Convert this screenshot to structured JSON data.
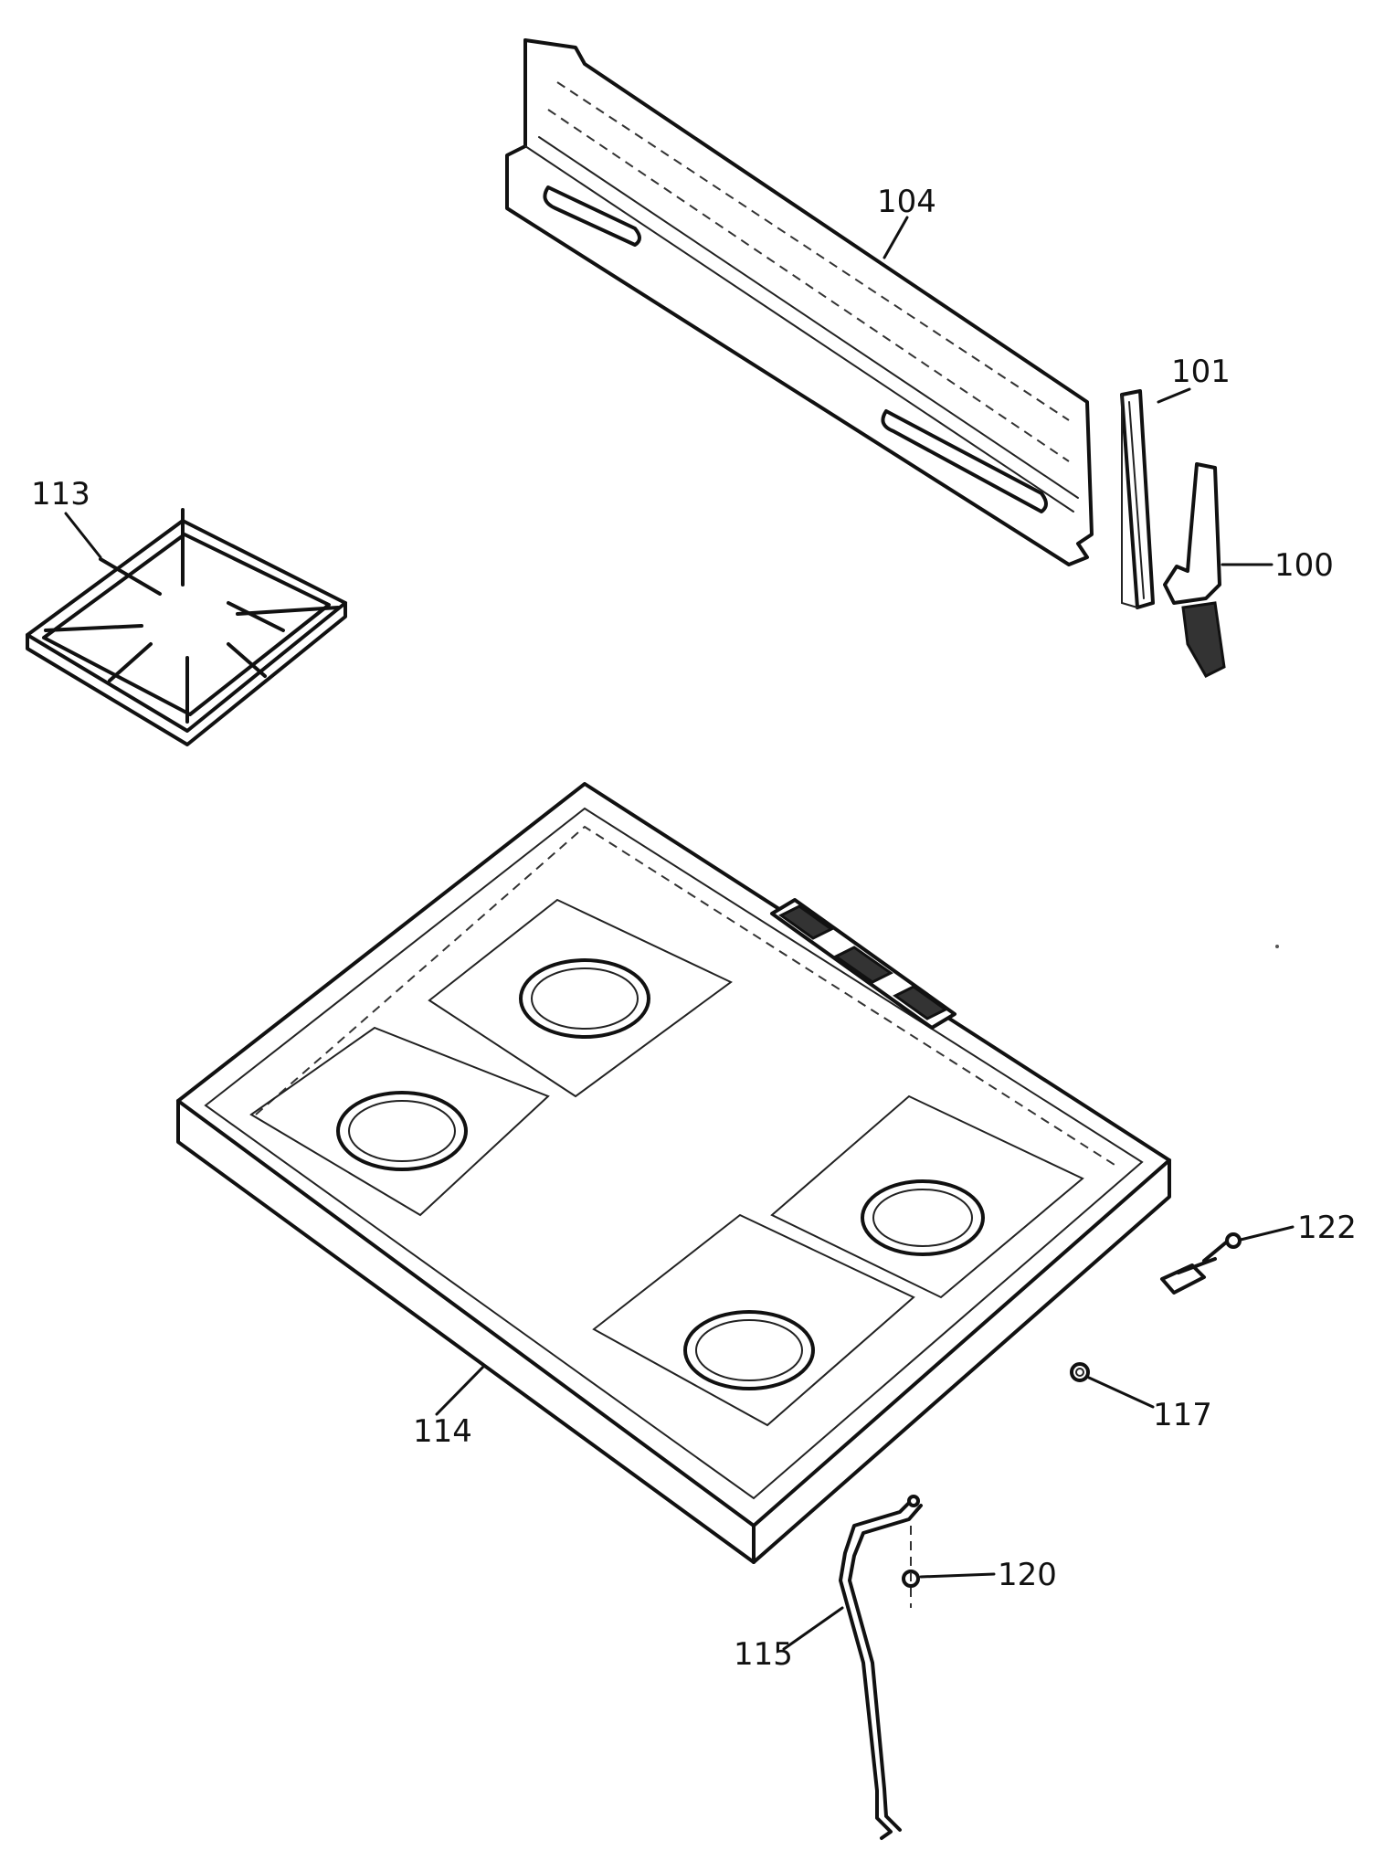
{
  "callouts": {
    "c104": "104",
    "c101": "101",
    "c100": "100",
    "c113": "113",
    "c114": "114",
    "c122": "122",
    "c117": "117",
    "c120": "120",
    "c115": "115"
  }
}
